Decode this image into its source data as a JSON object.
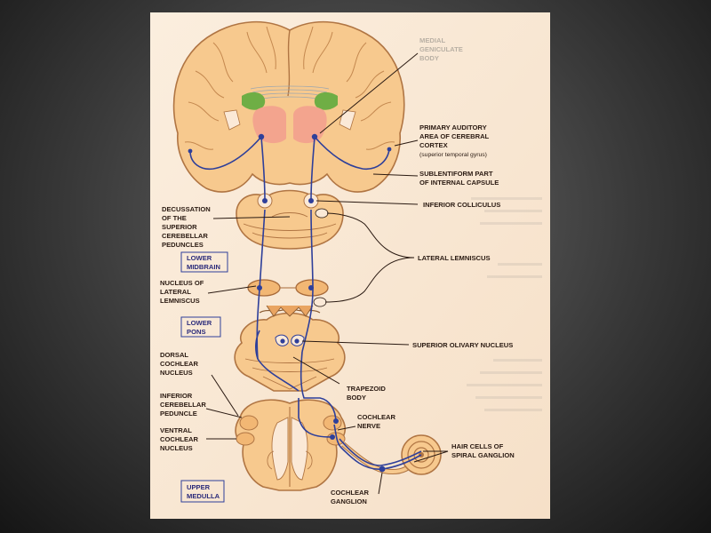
{
  "labels": {
    "medial_geniculate": [
      "MEDIAL",
      "GENICULATE",
      "BODY"
    ],
    "primary_auditory": [
      "PRIMARY AUDITORY",
      "AREA OF CEREBRAL",
      "CORTEX"
    ],
    "primary_auditory_sub": "(superior temporal gyrus)",
    "sublentiform": [
      "SUBLENTIFORM PART",
      "OF INTERNAL CAPSULE"
    ],
    "inferior_colliculus": "INFERIOR COLLICULUS",
    "decussation": [
      "DECUSSATION",
      "OF THE",
      "SUPERIOR",
      "CEREBELLAR",
      "PEDUNCLES"
    ],
    "lower_midbrain": [
      "LOWER",
      "MIDBRAIN"
    ],
    "lateral_lemniscus": "LATERAL LEMNISCUS",
    "nucleus_lateral_lemniscus": [
      "NUCLEUS OF",
      "LATERAL",
      "LEMNISCUS"
    ],
    "lower_pons": [
      "LOWER",
      "PONS"
    ],
    "superior_olivary": "SUPERIOR OLIVARY NUCLEUS",
    "dorsal_cochlear": [
      "DORSAL",
      "COCHLEAR",
      "NUCLEUS"
    ],
    "trapezoid": [
      "TRAPEZOID",
      "BODY"
    ],
    "inferior_cerebellar": [
      "INFERIOR",
      "CEREBELLAR",
      "PEDUNCLE"
    ],
    "cochlear_nerve": [
      "COCHLEAR",
      "NERVE"
    ],
    "ventral_cochlear": [
      "VENTRAL",
      "COCHLEAR",
      "NUCLEUS"
    ],
    "hair_cells": [
      "HAIR CELLS OF",
      "SPIRAL GANGLION"
    ],
    "cochlear_ganglion": [
      "COCHLEAR",
      "GANGLION"
    ],
    "upper_medulla": [
      "UPPER",
      "MEDULLA"
    ]
  },
  "colors": {
    "page": "#fbe9d7",
    "tissue": "#f7c98e",
    "tissue_outline": "#b07543",
    "pathway": "#2e3f9a",
    "thalamus": "#f3a48e",
    "basal": "#6fae45",
    "box_outline": "#2e3f9a"
  }
}
